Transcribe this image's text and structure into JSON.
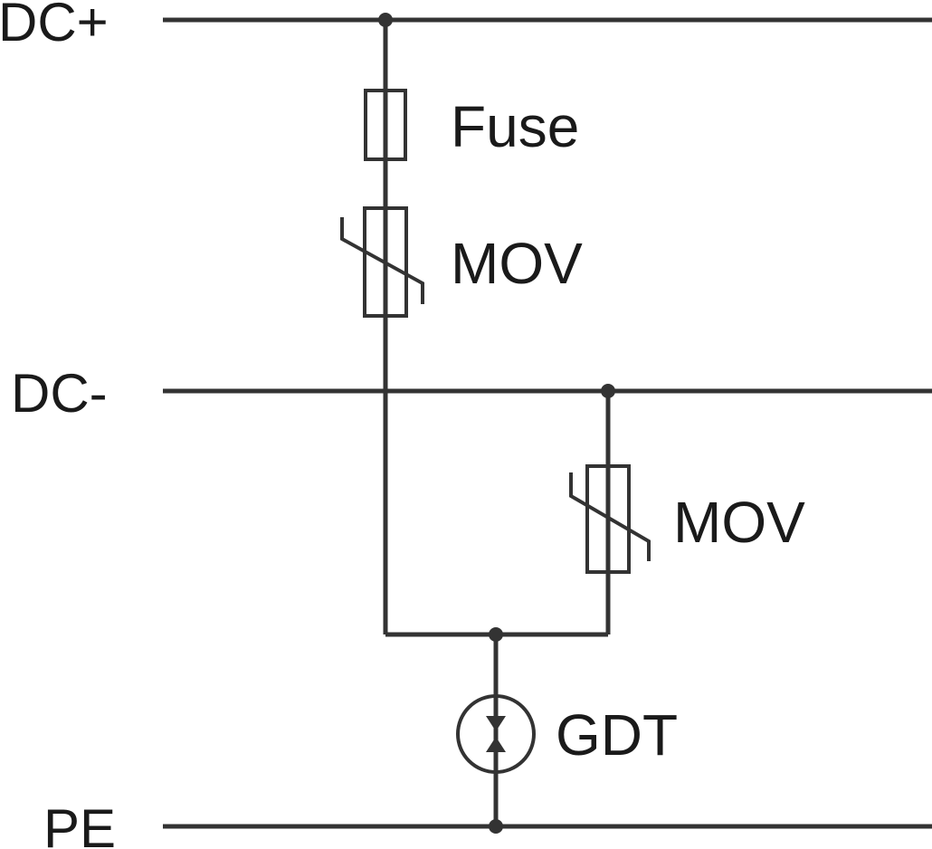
{
  "rails": {
    "dc_plus": "DC+",
    "dc_minus": "DC-",
    "pe": "PE"
  },
  "components": {
    "fuse": "Fuse",
    "mov_top": "MOV",
    "mov_bottom": "MOV",
    "gdt": "GDT"
  },
  "colors": {
    "line": "#333333",
    "text": "#1a1a1a",
    "background": "#ffffff"
  }
}
